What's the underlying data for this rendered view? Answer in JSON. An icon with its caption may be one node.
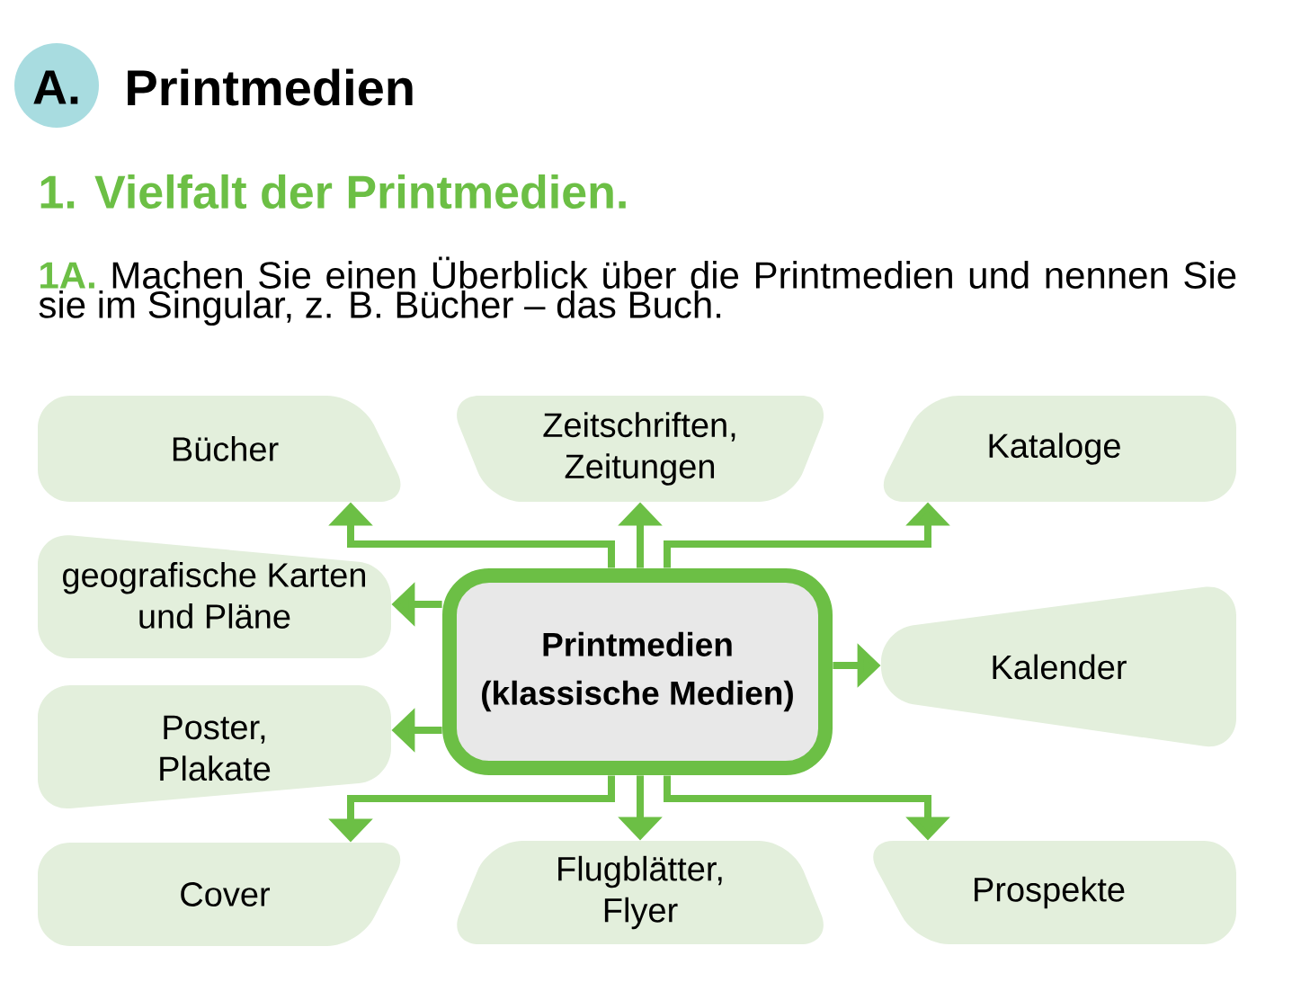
{
  "diagram": {
    "title": "Printmedien",
    "nodes": [
      {
        "text": [
          "Bücher"
        ]
      },
      {
        "text": [
          "Zeitschriften, Zeitungen"
        ]
      },
      {
        "text": [
          "Kataloge"
        ]
      },
      {
        "text": [
          "geografische Karten und Pläne"
        ]
      },
      {
        "text": [
          "Printmedien (klassische Medien)"
        ]
      },
      {
        "text": [
          "Kalender"
        ]
      },
      {
        "text": [
          "Poster, Plakate"
        ]
      },
      {
        "text": [
          "Cover"
        ]
      },
      {
        "text": [
          "Flugblätter, Flyer"
        ]
      },
      {
        "text": [
          "Prospekte"
        ]
      }
    ],
    "edges": [
      {
        "from": 4,
        "to": 0,
        "arrow": "to"
      },
      {
        "from": 4,
        "to": 1,
        "arrow": "to"
      },
      {
        "from": 4,
        "to": 2,
        "arrow": "to"
      },
      {
        "from": 4,
        "to": 3,
        "arrow": "to"
      },
      {
        "from": 4,
        "to": 5,
        "arrow": "to"
      },
      {
        "from": 4,
        "to": 6,
        "arrow": "to"
      },
      {
        "from": 4,
        "to": 7,
        "arrow": "to"
      },
      {
        "from": 4,
        "to": 8,
        "arrow": "to"
      },
      {
        "from": 4,
        "to": 9,
        "arrow": "to"
      }
    ],
    "labels": [
      "A.",
      "1. Vielfalt der Printmedien.",
      "1A.",
      "Machen Sie einen Überblick über die Printmedien und nennen Sie sie im Singular, z. B. Bücher – das Buch."
    ]
  }
}
